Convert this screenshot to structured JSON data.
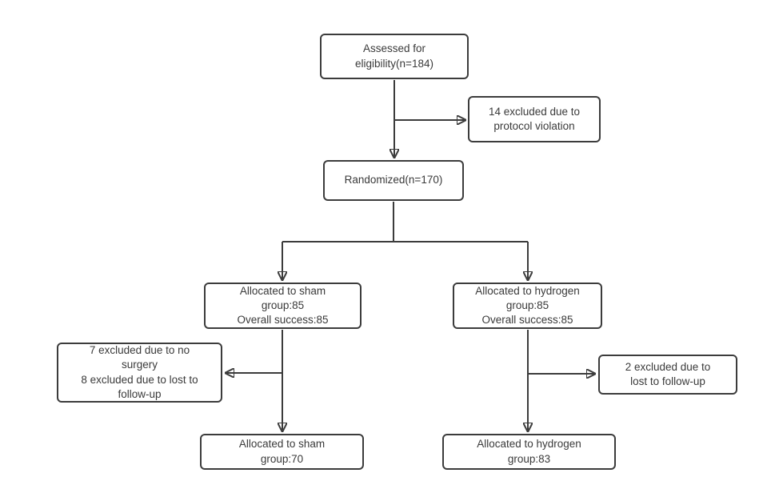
{
  "diagram": {
    "type": "consort-flowchart",
    "background_color": "#ffffff",
    "line_color": "#3c3c3c",
    "box_border_color": "#3c3c3c",
    "text_color": "#3a3a3a",
    "nodes": {
      "assessed": {
        "text": "Assessed for\neligibility(n=184)"
      },
      "excluded_protocol": {
        "text": "14 excluded due to\nprotocol violation"
      },
      "randomized": {
        "text": "Randomized(n=170)"
      },
      "allocated_sham": {
        "text": "Allocated to sham\ngroup:85\nOverall success:85"
      },
      "allocated_hydrogen": {
        "text": "Allocated to hydrogen\ngroup:85\nOverall success:85"
      },
      "excluded_sham": {
        "text": "7 excluded due to no\nsurgery\n8 excluded due to  lost to\nfollow-up"
      },
      "excluded_hydrogen": {
        "text": "2 excluded due to\nlost to follow-up"
      },
      "final_sham": {
        "text": "Allocated to  sham\ngroup:70"
      },
      "final_hydrogen": {
        "text": "Allocated to hydrogen\ngroup:83"
      }
    }
  }
}
